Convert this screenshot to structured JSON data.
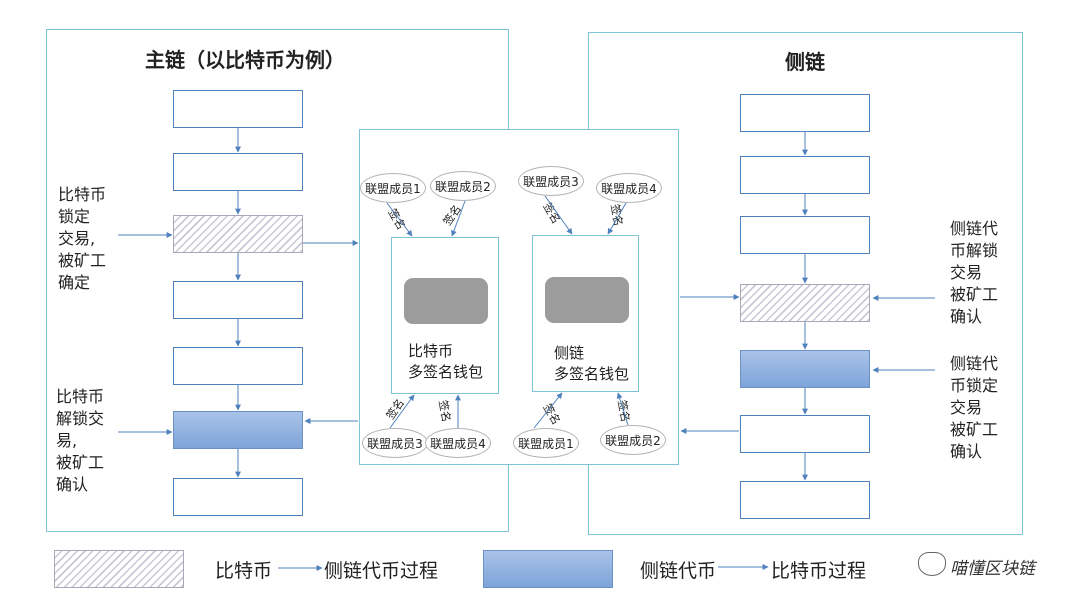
{
  "main_chain": {
    "title": "主链（以比特币为例）",
    "lock_note": "比特币\n锁定\n交易,\n被矿工\n确定",
    "unlock_note": "比特币\n解锁交\n易,\n被矿工\n确认"
  },
  "side_chain": {
    "title": "侧链",
    "unlock_note": "侧链代\n币解锁\n交易\n被矿工\n确认",
    "lock_note": "侧链代\n币锁定\n交易\n被矿工\n确认"
  },
  "federation": {
    "wallet_btc": "比特币\n多签名钱包",
    "wallet_side": "侧链\n多签名钱包",
    "members": [
      "联盟成员1",
      "联盟成员2",
      "联盟成员3",
      "联盟成员4"
    ],
    "sign_label": "签名"
  },
  "legend": {
    "hatch_label_from": "比特币",
    "hatch_label_to": "侧链代币过程",
    "blue_label_from": "侧链代币",
    "blue_label_to": "比特币过程"
  },
  "watermark": {
    "text": "喵懂区块链"
  },
  "colors": {
    "frame": "#7fc4d6",
    "block_border": "#4f81bd",
    "arrow": "#4f81bd",
    "blue_fill": "#8fb1e0"
  }
}
